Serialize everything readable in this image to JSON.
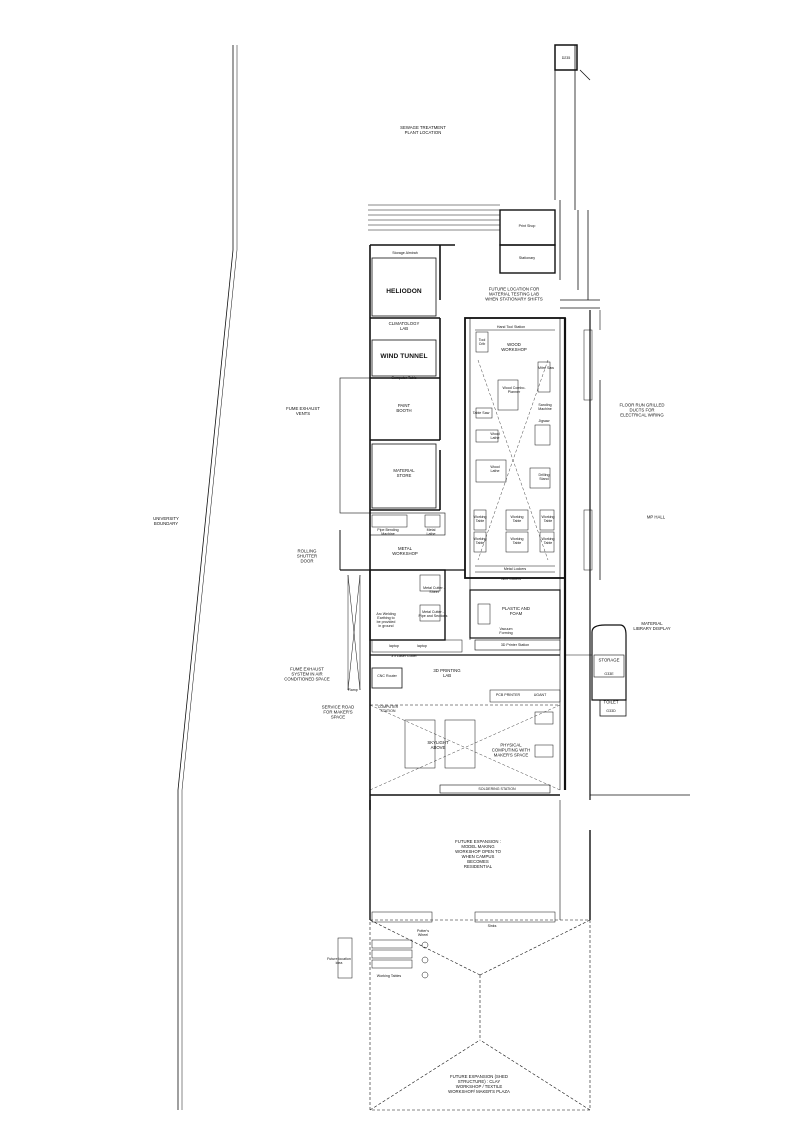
{
  "labels": {
    "sewage": "SEWAGE TREATMENT\nPLANT LOCATION",
    "university_boundary": "UNIVERSITY\nBOUNDARY",
    "mp_hall": "MP HALL",
    "d235": "D235",
    "print_shop": "Print Shop",
    "stationary": "Stationary",
    "storage_almirah": "Storage Almirah",
    "heliodon": "HELIODON",
    "future_testing": "FUTURE LOCATION FOR\nMATERIAL TESTING LAB\nWHEN STATIONARY SHIFTS",
    "climatology": "CLIMATOLOGY\nLAB",
    "wind_tunnel": "WIND TUNNEL",
    "computer_table": "Computer Table",
    "paint_booth": "PAINT\nBOOTH",
    "material_store": "MATERIAL\nSTORE",
    "fume_exhaust_vents": "FUME EXHAUST\nVENTS",
    "hand_tool": "Hand Tool Station",
    "tool_crib": "Tool\nCrib",
    "wood_workshop": "WOOD\nWORKSHOP",
    "mitre_saw": "Mitre Saw",
    "wood_combo": "Wood Combo-\nPlanner",
    "sanding": "Sanding\nMachine",
    "table_saw": "Table Saw",
    "jigsaw": "Jigsaw",
    "wood_lathe1": "Wood\nLathe",
    "wood_lathe2": "Wood\nLathe",
    "drilling": "Drilling\nStand",
    "working_table": "Working\nTable",
    "metal_lockers": "Metal Lockers",
    "wire_cutters": "Wire Cutters",
    "floor_run": "FLOOR RUN GRILLED\nDUCTS FOR\nELECTRICAL WIRING",
    "pipe_bending": "Pipe Bending\nMachine",
    "metal_lathe": "Metal\nLathe",
    "metal_workshop": "METAL\nWORKSHOP",
    "rolling_shutter": "ROLLING\nSHUTTER\nDOOR",
    "metal_cutter_sheet": "Metal Cutter -\nSheet",
    "arc_welding": "Arc Welding\nEarthing to\nbe provided\nin ground",
    "metal_cutter_pipe": "Metal Cutter -\nPipe and Sections",
    "plastic_foam": "PLASTIC AND\nFOAM",
    "vacuum_forming": "Vacuum\nForming",
    "laptop1": "laptop",
    "laptop2": "laptop",
    "laser_cutter": "3 x Laser Cutter",
    "printer_station": "3D Printer Station",
    "material_library": "MATERIAL\nLIBRARY DISPLAY",
    "storage": "STORAGE",
    "g33e": "G33E",
    "toilet": "TOILET",
    "g33d": "G33D",
    "fume_exhaust_ac": "FUME EXHAUST\nSYSTEM IN AIR\nCONDITIONED SPACE",
    "cnc_router": "CNC Router",
    "ramp": "Ramp",
    "printing_lab": "3D PRINTING\nLAB",
    "pcb_printer": "PCB PRINTER",
    "ugant": "UGANT",
    "service_road": "SERVICE ROAD\nFOR MAKER'S\nSPACE",
    "computer_station": "COMPUTER\nSTATION",
    "skylight": "SKYLIGHT\nABOVE",
    "physical_computing": "PHYSICAL\nCOMPUTING WITH\nMAKER'S SPACE",
    "soldering": "SOLDERING STATION",
    "future_model": "FUTURE EXPANSION :\nMODEL MAKING\nWORKSHOP OPEN TO\nWHEN CAMPUS\nBECOMES\nRESIDENTIAL",
    "potters_wheel": "Potter's\nWheel",
    "sinks": "Sinks",
    "future_location_idea": "Future location\nidea",
    "working_tables": "Working Tables",
    "future_shed": "FUTURE EXPANSION (SHED\nSTRUCTURE) : CLAY\nWORKSHOP / TEXTILE\nWORKSHOP/ MAKER'S PLAZA"
  }
}
